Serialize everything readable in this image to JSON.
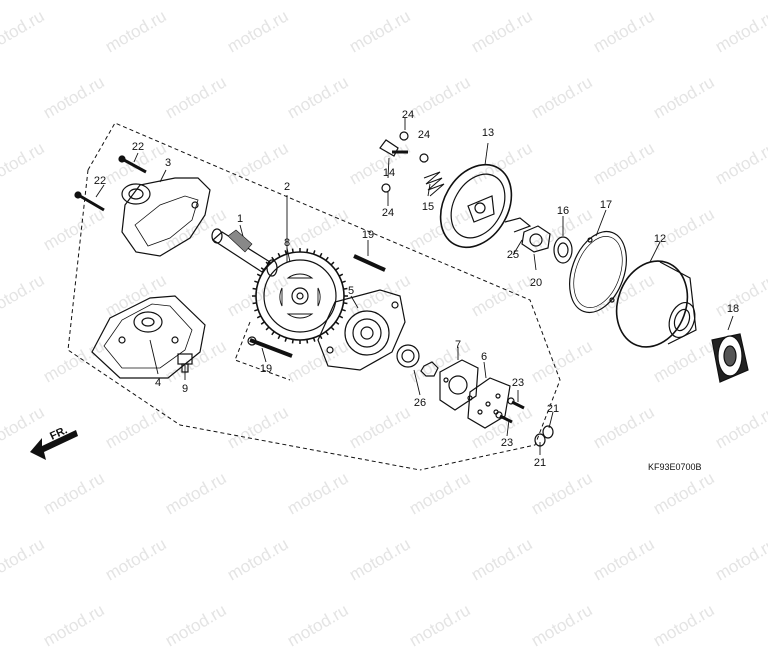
{
  "watermark": "motod.ru",
  "diagram_code": "KF93E0700B",
  "front_marker": "FR.",
  "parts": [
    {
      "id": "p1",
      "label": "1"
    },
    {
      "id": "p2",
      "label": "2"
    },
    {
      "id": "p3",
      "label": "3"
    },
    {
      "id": "p4",
      "label": "4"
    },
    {
      "id": "p5",
      "label": "5"
    },
    {
      "id": "p6",
      "label": "6"
    },
    {
      "id": "p7",
      "label": "7"
    },
    {
      "id": "p8",
      "label": "8"
    },
    {
      "id": "p9",
      "label": "9"
    },
    {
      "id": "p12",
      "label": "12"
    },
    {
      "id": "p13",
      "label": "13"
    },
    {
      "id": "p14",
      "label": "14"
    },
    {
      "id": "p15",
      "label": "15"
    },
    {
      "id": "p16",
      "label": "16"
    },
    {
      "id": "p17",
      "label": "17"
    },
    {
      "id": "p18",
      "label": "18"
    },
    {
      "id": "p19a",
      "label": "19"
    },
    {
      "id": "p19b",
      "label": "19"
    },
    {
      "id": "p20",
      "label": "20"
    },
    {
      "id": "p21a",
      "label": "21"
    },
    {
      "id": "p21b",
      "label": "21"
    },
    {
      "id": "p22a",
      "label": "22"
    },
    {
      "id": "p22b",
      "label": "22"
    },
    {
      "id": "p23a",
      "label": "23"
    },
    {
      "id": "p23b",
      "label": "23"
    },
    {
      "id": "p24a",
      "label": "24"
    },
    {
      "id": "p24b",
      "label": "24"
    },
    {
      "id": "p24c",
      "label": "24"
    },
    {
      "id": "p25",
      "label": "25"
    },
    {
      "id": "p26",
      "label": "26"
    }
  ],
  "colors": {
    "line": "#111111",
    "watermark": "#e4e4e4",
    "background": "#ffffff"
  }
}
